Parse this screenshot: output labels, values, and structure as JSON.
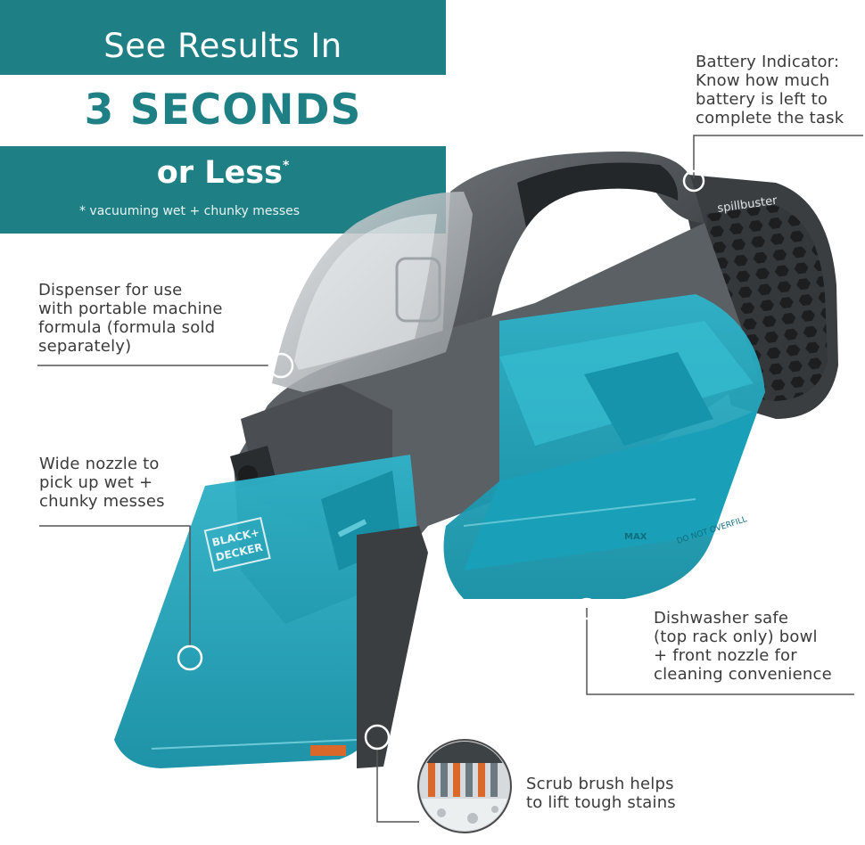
{
  "banner": {
    "line1": "See Results In",
    "line2": "3 SECONDS",
    "line3": "or Less",
    "line3_mark": "*",
    "footnote": "* vacuuming wet + chunky messes"
  },
  "callouts": {
    "battery": "Battery Indicator:\nKnow how much\nbattery is left to\ncomplete the task",
    "dispenser": "Dispenser for use\nwith portable machine\nformula (formula sold\nseparately)",
    "nozzle": "Wide nozzle to\npick up wet +\nchunky messes",
    "dishwasher": "Dishwasher safe\n(top rack only) bowl\n+ front nozzle for\ncleaning convenience",
    "scrub": "Scrub brush helps\nto lift tough stains"
  },
  "product": {
    "brand_logo_line1": "BLACK+",
    "brand_logo_line2": "DECKER",
    "model_text": "spillbuster",
    "tank_label": "DO NOT OVERFILL",
    "max_label": "MAX"
  },
  "colors": {
    "banner": "#1e8085",
    "teal_plastic": "#1fa6bd",
    "dark_body": "#3e4245",
    "brush_orange": "#d9682a"
  }
}
